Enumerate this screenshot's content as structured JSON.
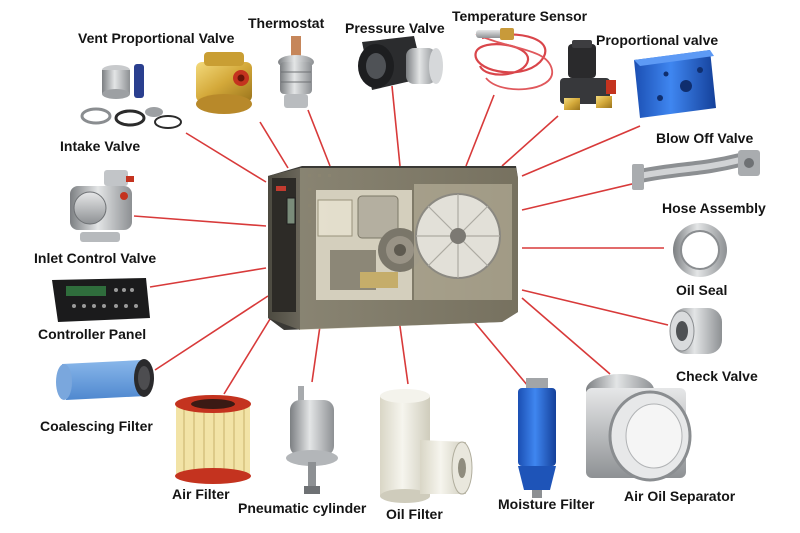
{
  "diagram": {
    "center_item": "Air compressor",
    "connector_color": "#d83a3a",
    "parts": [
      {
        "id": "vent-proportional-valve",
        "label": "Vent Proportional Valve"
      },
      {
        "id": "thermostat",
        "label": "Thermostat"
      },
      {
        "id": "pressure-valve",
        "label": "Pressure Valve"
      },
      {
        "id": "temperature-sensor",
        "label": "Temperature Sensor"
      },
      {
        "id": "proportional-valve",
        "label": "Proportional valve"
      },
      {
        "id": "intake-valve",
        "label": "Intake Valve"
      },
      {
        "id": "blow-off-valve",
        "label": "Blow Off Valve"
      },
      {
        "id": "hose-assembly",
        "label": "Hose Assembly"
      },
      {
        "id": "inlet-control-valve",
        "label": "Inlet Control Valve"
      },
      {
        "id": "oil-seal",
        "label": "Oil Seal"
      },
      {
        "id": "controller-panel",
        "label": "Controller Panel"
      },
      {
        "id": "check-valve",
        "label": "Check Valve"
      },
      {
        "id": "coalescing-filter",
        "label": "Coalescing Filter"
      },
      {
        "id": "air-filter",
        "label": "Air Filter"
      },
      {
        "id": "pneumatic-cylinder",
        "label": "Pneumatic cylinder"
      },
      {
        "id": "oil-filter",
        "label": "Oil Filter"
      },
      {
        "id": "moisture-filter",
        "label": "Moisture Filter"
      },
      {
        "id": "air-oil-separator",
        "label": "Air Oil Separator"
      }
    ]
  }
}
